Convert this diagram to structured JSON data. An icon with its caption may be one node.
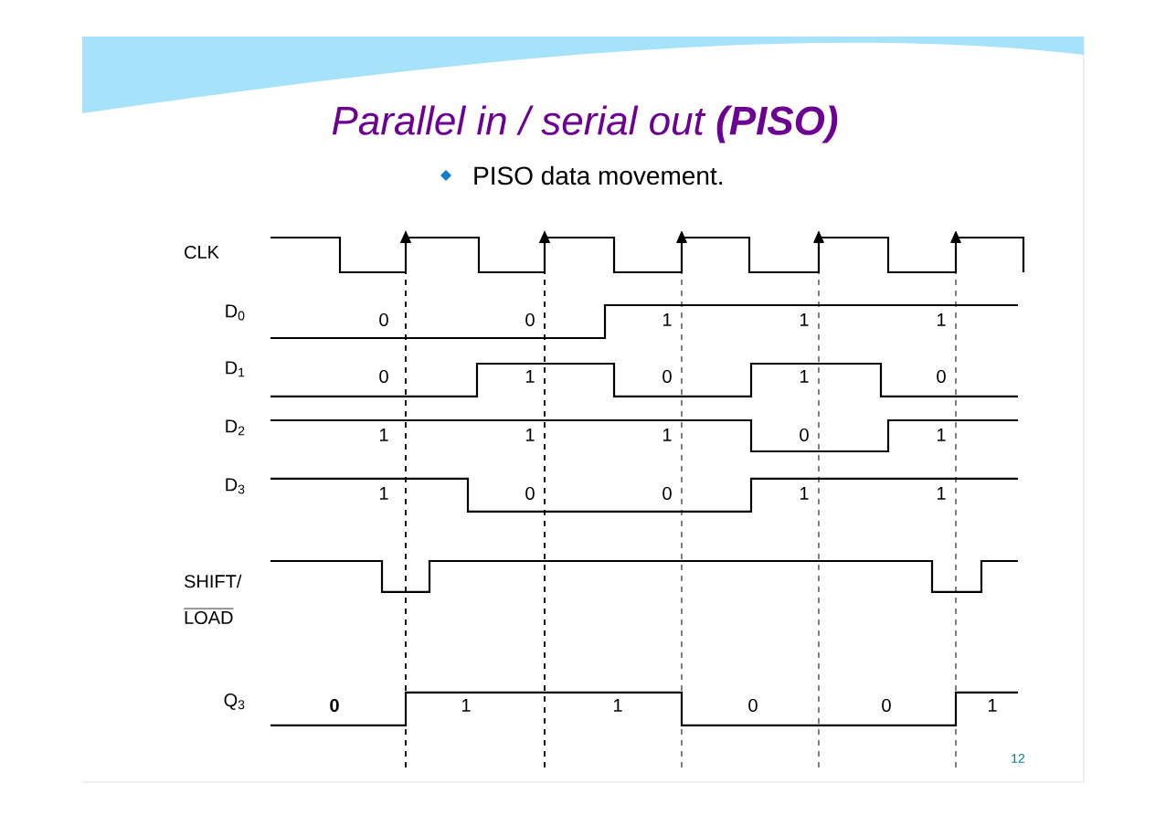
{
  "diagram": {
    "title": "Parallel in / serial out **(PISO)**",
    "labels": [
      "PISO data movement.",
      "CLK",
      "D$_{0}$",
      "0",
      "0",
      "1",
      "1",
      "1",
      "D$_{1}$",
      "0",
      "1",
      "0",
      "1",
      "0",
      "D$_{2}$",
      "1",
      "1",
      "1",
      "0",
      "1",
      "D$_{3}$",
      "1",
      "0",
      "0",
      "1",
      "1",
      "SHIFT/",
      "LOAD",
      "Q$_{3}$",
      "0",
      "1",
      "1",
      "0",
      "0",
      "1",
      "12"
    ]
  }
}
